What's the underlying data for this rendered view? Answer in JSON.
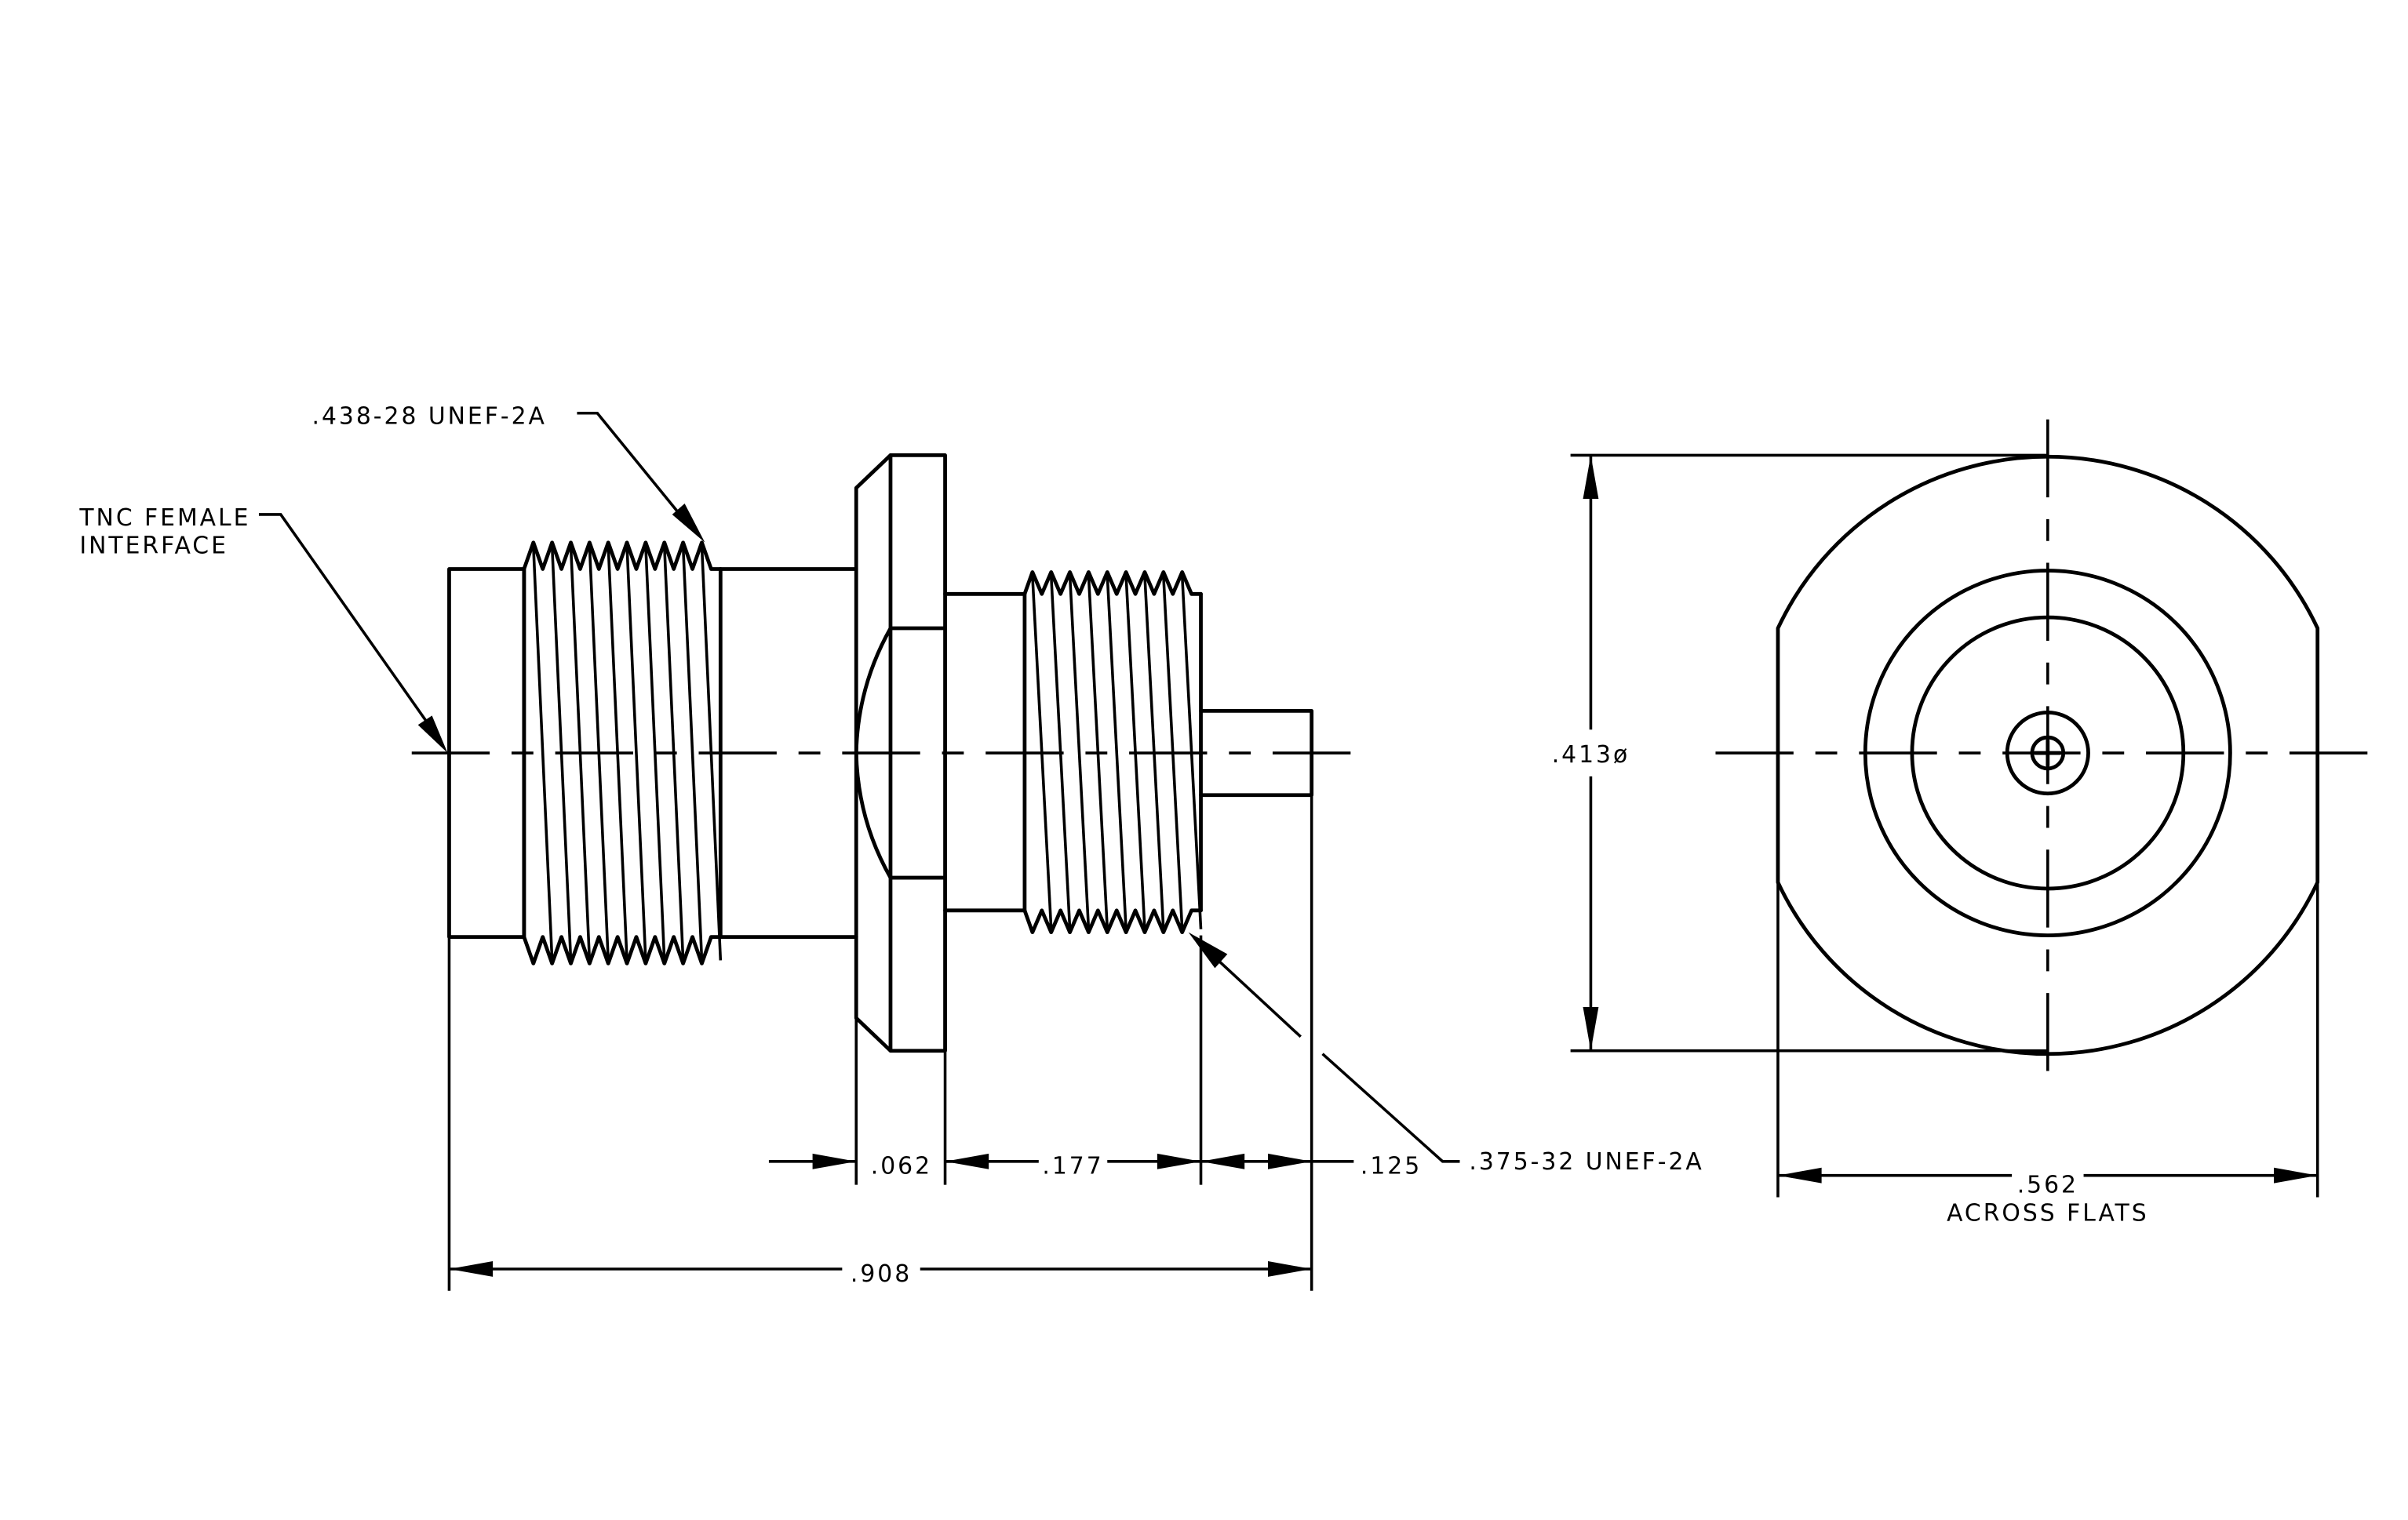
{
  "labels": {
    "thread_front": ".438-28 UNEF-2A",
    "interface_line1": "TNC FEMALE",
    "interface_line2": "INTERFACE",
    "thread_rear": ".375-32 UNEF-2A",
    "flange_thickness": ".062",
    "rear_thread_length": ".177",
    "pin_length": ".125",
    "overall_length": ".908",
    "flange_diameter": ".413ø",
    "across_flats_value": ".562",
    "across_flats_text": "ACROSS FLATS"
  }
}
